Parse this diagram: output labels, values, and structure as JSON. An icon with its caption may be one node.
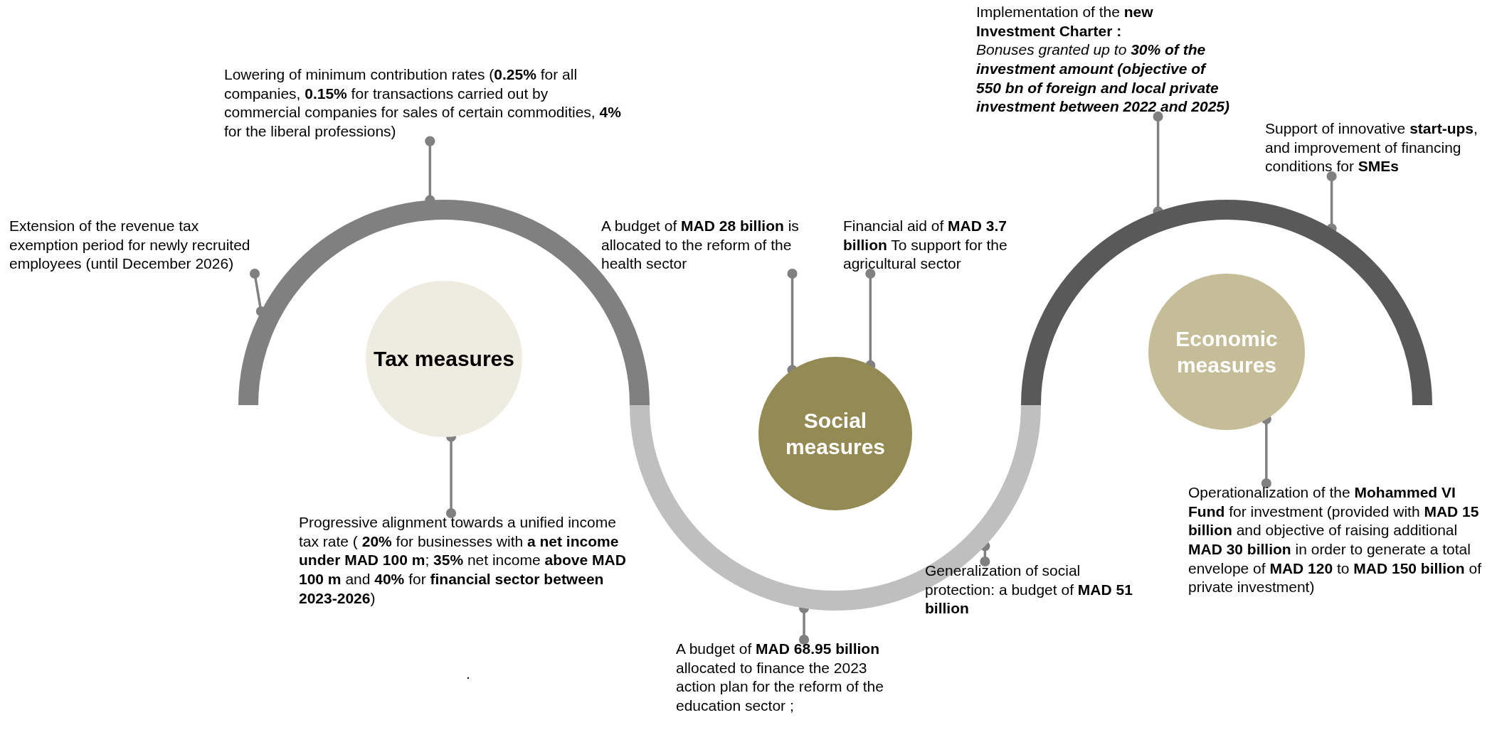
{
  "diagram": {
    "nodes": [
      {
        "text": [],
        "shape": "arc"
      },
      {
        "text": [
          "Tax measures"
        ]
      },
      {
        "text": [],
        "shape": "arc"
      },
      {
        "text": [
          "Social measures"
        ]
      },
      {
        "text": [],
        "shape": "arc"
      },
      {
        "text": [
          "Economic measures"
        ]
      },
      {
        "text": [
          "Extension of the revenue tax exemption period for newly recruited employees (until December 2026)"
        ]
      },
      {
        "text": [
          "Lowering of minimum contribution rates (**0.25%** for all companies, **0.15%** for transactions carried out by commercial companies for sales of certain commodities, **4%** for the liberal professions)"
        ]
      },
      {
        "text": [
          "Progressive alignment towards a unified income tax rate ( **20%** for businesses with **a net income under MAD 100 m**; **35%** net income **above MAD 100 m** and **40%** for **financial sector between 2023-2026**)"
        ]
      },
      {
        "text": [
          "A budget of **MAD 28 billion** is allocated to the reform of the health sector"
        ]
      },
      {
        "text": [
          "Financial aid of **MAD 3.7 billion** To support for the agricultural sector"
        ]
      },
      {
        "text": [
          "A budget of **MAD 68.95 billion** allocated to finance the 2023 action plan for the reform of the education sector ;"
        ]
      },
      {
        "text": [
          "Generalization of social protection: a budget of **MAD 51 billion**"
        ]
      },
      {
        "text": [
          "Implementation of the **new Investment Charter :**",
          "Bonuses granted up to **30% of the investment amount (objective of 550 bn of foreign and local private investment between 2022 and 2025)**"
        ]
      },
      {
        "text": [
          "Support of innovative **start-ups**, and improvement of financing conditions for **SMEs**"
        ]
      },
      {
        "text": [
          "Operationalization of the **Mohammed VI Fund** for investment (provided with **MAD 15 billion** and objective of raising additional **MAD 30 billion** in order to generate a total envelope of **MAD 120** to **MAD 150 billion** of private investment)"
        ]
      }
    ],
    "edges": [
      {
        "from": 6,
        "to": 0,
        "arrow": "other"
      },
      {
        "from": 7,
        "to": 0,
        "arrow": "other"
      },
      {
        "from": 8,
        "to": 1,
        "arrow": "other"
      },
      {
        "from": 9,
        "to": 3,
        "arrow": "other"
      },
      {
        "from": 10,
        "to": 3,
        "arrow": "other"
      },
      {
        "from": 11,
        "to": 2,
        "arrow": "other"
      },
      {
        "from": 12,
        "to": 2,
        "arrow": "other"
      },
      {
        "from": 13,
        "to": 4,
        "arrow": "other"
      },
      {
        "from": 14,
        "to": 4,
        "arrow": "other"
      },
      {
        "from": 15,
        "to": 5,
        "arrow": "other"
      }
    ],
    "labels": [
      "."
    ]
  }
}
